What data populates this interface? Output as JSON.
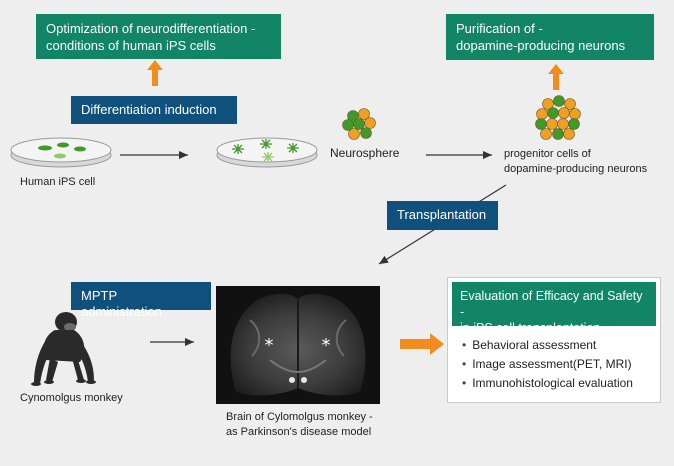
{
  "boxes": {
    "optimization": {
      "line1": "Optimization of neurodifferentiation -",
      "line2": "conditions of human iPS cells"
    },
    "purification": {
      "line1": "Purification of -",
      "line2": "dopamine-producing  neurons"
    },
    "differentiation": "Differentiation induction",
    "transplantation": "Transplantation",
    "mptp": "MPTP administration",
    "evaluation": {
      "line1": "Evaluation of Efficacy and Safety -",
      "line2": "in iPS cell transplantation",
      "items": [
        "Behavioral assessment",
        "Image assessment(PET, MRI)",
        "Immunohistological evaluation"
      ]
    }
  },
  "labels": {
    "human_ips": "Human iPS cell",
    "neurosphere": "Neurosphere",
    "progenitor": {
      "line1": "progenitor cells of",
      "line2": "dopamine-producing neurons"
    },
    "monkey": "Cynomolgus monkey",
    "brain": {
      "line1": "Brain of Cylomolgus monkey -",
      "line2": "as Parkinson's disease model"
    }
  },
  "colors": {
    "green_box": "#128566",
    "blue_box": "#10507c",
    "orange_arrow": "#f28c1e",
    "cell_green": "#3f9a2a",
    "cell_orange": "#f0a020"
  },
  "icons": [
    "petri-dish-icon",
    "neurosphere-cluster-icon",
    "chimpanzee-silhouette-icon",
    "brain-mri-image"
  ]
}
